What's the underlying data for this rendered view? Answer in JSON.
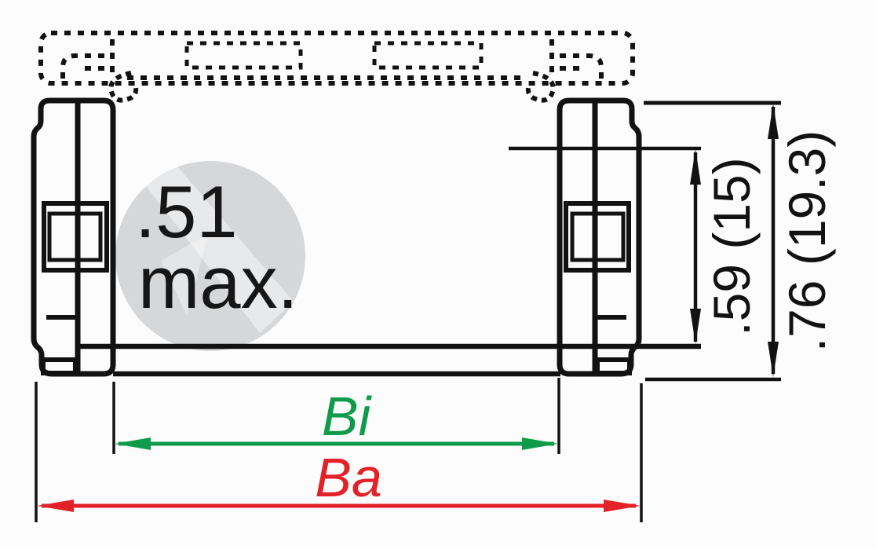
{
  "diagram": {
    "background": "#fcfcfc",
    "line_color": "#121212",
    "watermark": {
      "circle_color": "#d6d7d9",
      "highlight_color": "#ffffff",
      "text_color": "#161616",
      "line1": ".51",
      "line2": "max."
    },
    "dims": {
      "inner_width": {
        "label": "Bi",
        "color": "#0f9b49"
      },
      "outer_width": {
        "label": "Ba",
        "color": "#e32128"
      },
      "inner_height": {
        "label": ".59 (15)",
        "color": "#121212"
      },
      "overall_height": {
        "label": ".76 (19.3)",
        "color": "#121212"
      }
    }
  }
}
